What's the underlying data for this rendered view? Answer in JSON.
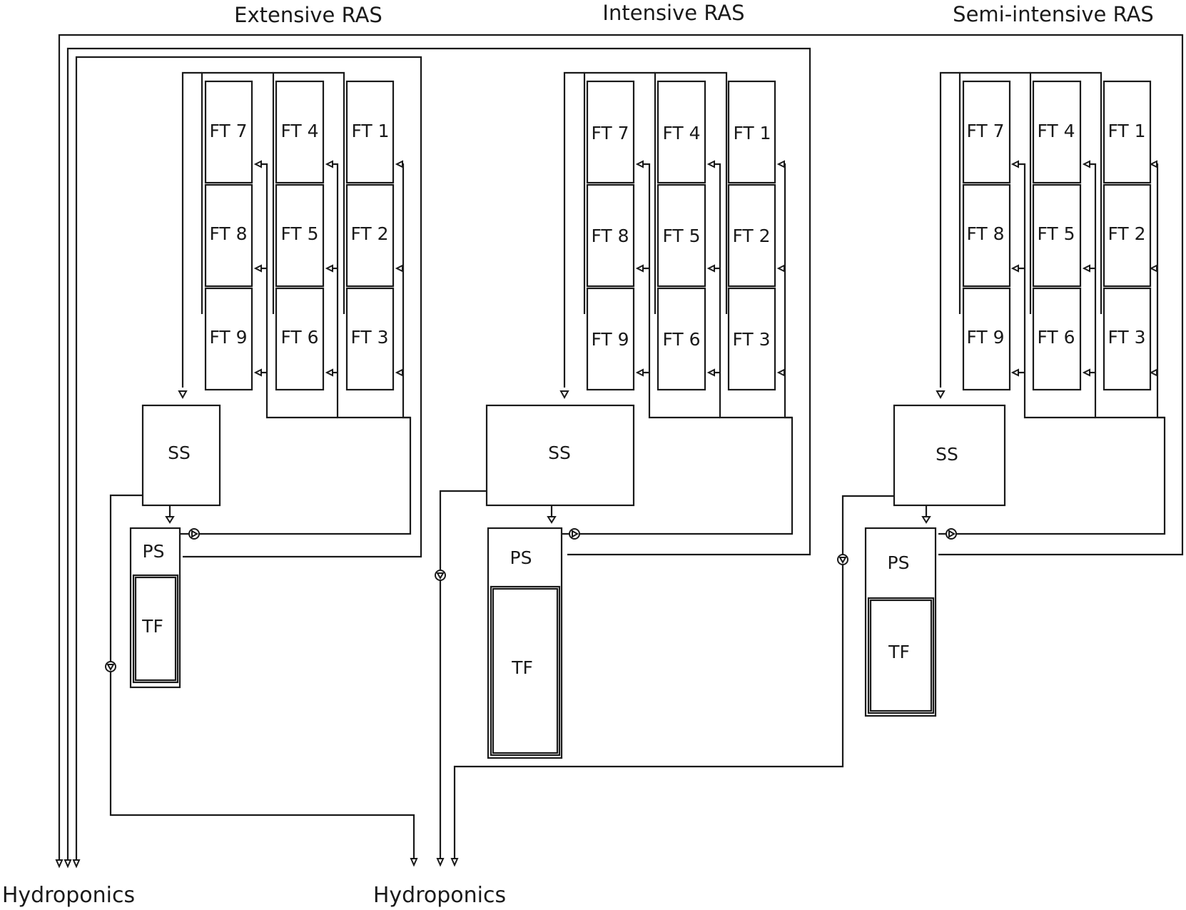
{
  "systems": [
    {
      "title": "Extensive RAS",
      "fish_tanks": [
        "FT 1",
        "FT 2",
        "FT 3",
        "FT 4",
        "FT 5",
        "FT 6",
        "FT 7",
        "FT 8",
        "FT 9"
      ],
      "settling": "SS",
      "pump_sump": "PS",
      "trickling_filter": "TF"
    },
    {
      "title": "Intensive RAS",
      "fish_tanks": [
        "FT 1",
        "FT 2",
        "FT 3",
        "FT 4",
        "FT 5",
        "FT 6",
        "FT 7",
        "FT 8",
        "FT 9"
      ],
      "settling": "SS",
      "pump_sump": "PS",
      "trickling_filter": "TF"
    },
    {
      "title": "Semi-intensive RAS",
      "fish_tanks": [
        "FT 1",
        "FT 2",
        "FT 3",
        "FT 4",
        "FT 5",
        "FT 6",
        "FT 7",
        "FT 8",
        "FT 9"
      ],
      "settling": "SS",
      "pump_sump": "PS",
      "trickling_filter": "TF"
    }
  ],
  "outlets": {
    "left": "Hydroponics",
    "center": "Hydroponics"
  },
  "colors": {
    "line": "#1a1a1a",
    "background": "#ffffff"
  }
}
